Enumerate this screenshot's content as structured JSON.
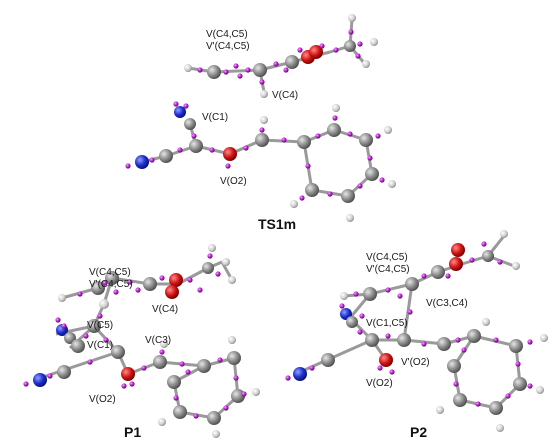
{
  "structures": {
    "ts1m": {
      "title": "TS1m",
      "labels": [
        "V(C4,C5)",
        "V'(C4,C5)",
        "V(C4)",
        "V(C1)",
        "V(O2)"
      ]
    },
    "p1": {
      "title": "P1",
      "labels": [
        "V(C4,C5)",
        "V'(C4,C5)",
        "V(C4)",
        "V(C5)",
        "V(C1)",
        "V(C3)",
        "V(O2)"
      ]
    },
    "p2": {
      "title": "P2",
      "labels": [
        "V(C4,C5)",
        "V'(C4,C5)",
        "V(C3,C4)",
        "V(C1,C5)",
        "V'(O2)",
        "V(O2)"
      ]
    }
  },
  "colors": {
    "carbon": "#8c8c8c",
    "hydrogen": "#d9d9d9",
    "oxygen": "#d21414",
    "nitrogen": "#1f2fcf",
    "basin": "#b31fc8",
    "bond": "#9a9a9a"
  }
}
